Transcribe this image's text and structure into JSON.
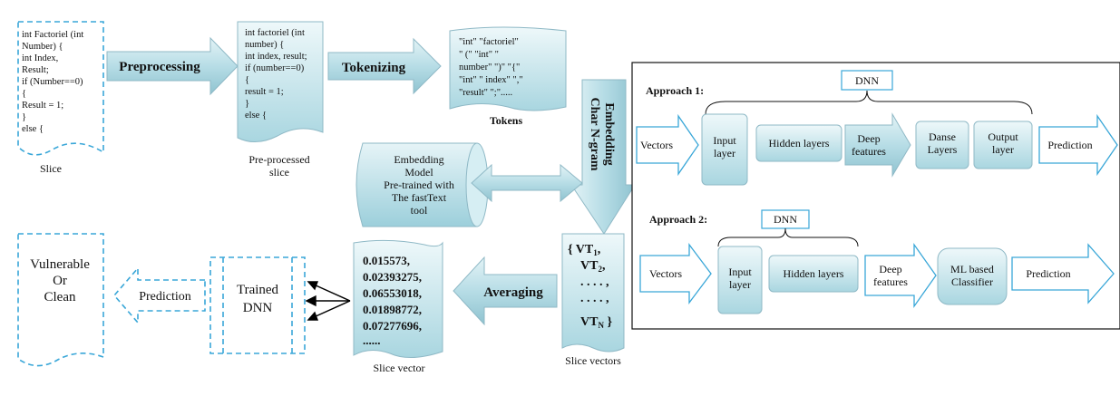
{
  "colors": {
    "arrow_fill": "#bfe3ea",
    "box_fill": "#c6e6ec",
    "dash_stroke": "#3aa7d8",
    "text": "#111111"
  },
  "slice": {
    "code": [
      "int  Factoriel (int",
      "Number) {",
      "  int Index,",
      "Result;",
      "  if (Number==0)",
      "{",
      "    Result = 1;",
      "  }",
      "  else {"
    ],
    "caption": "Slice"
  },
  "preprocessing_label": "Preprocessing",
  "preprocessed": {
    "code": [
      "int  factoriel (int",
      "number) {",
      "  int index, result;",
      "  if (number==0)",
      "{",
      "    result = 1;",
      "  }",
      "  else {"
    ],
    "caption_line1": "Pre-processed",
    "caption_line2": "slice"
  },
  "tokenizing_label": "Tokenizing",
  "tokens": {
    "lines": [
      "\"int\"    \"factoriel\"",
      "\" (\"     \"int\"   \"",
      "number\"  \")\"  \"{\"",
      "\"int\"  \" index\"  \",\"",
      "\"result\"   \";\"....."
    ],
    "caption": "Tokens"
  },
  "embedding_arrow_line1": "Char N-gram",
  "embedding_arrow_line2": "Embedding",
  "embedding_model_lines": [
    "Embedding",
    "Model",
    "Pre-trained with",
    "The fastText",
    "tool"
  ],
  "slice_vectors": {
    "lines": [
      "{ VT",
      "VT",
      ". . . . ,",
      ". . . . ,",
      "VT"
    ],
    "subscripts": [
      "1",
      "2",
      "N"
    ],
    "suffix_1": ",",
    "suffix_2": ",",
    "suffix_N": " }",
    "caption": "Slice vectors"
  },
  "averaging_label": "Averaging",
  "slice_vector": {
    "values": [
      "0.015573,",
      "0.02393275,",
      "0.06553018,",
      "0.01898772,",
      "0.07277696,",
      "......"
    ],
    "caption": "Slice vector"
  },
  "trained_dnn_line1": "Trained",
  "trained_dnn_line2": "DNN",
  "prediction_label": "Prediction",
  "output_line1": "Vulnerable",
  "output_line2": "Or",
  "output_line3": "Clean",
  "approach1": {
    "title": "Approach 1:",
    "dnn": "DNN",
    "vectors": "Vectors",
    "input_line1": "Input",
    "input_line2": "layer",
    "hidden": "Hidden layers",
    "deep_line1": "Deep",
    "deep_line2": "features",
    "danse_line1": "Danse",
    "danse_line2": "Layers",
    "output_line1": "Output",
    "output_line2": "layer",
    "prediction": "Prediction"
  },
  "approach2": {
    "title": "Approach 2:",
    "dnn": "DNN",
    "vectors": "Vectors",
    "input_line1": "Input",
    "input_line2": "layer",
    "hidden": "Hidden layers",
    "deep_line1": "Deep",
    "deep_line2": "features",
    "ml_line1": "ML based",
    "ml_line2": "Classifier",
    "prediction": "Prediction"
  }
}
